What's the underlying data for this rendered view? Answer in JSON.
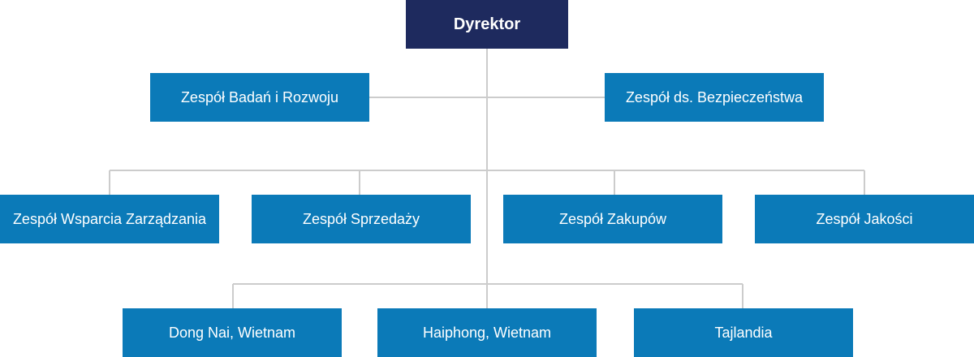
{
  "director": {
    "label": "Dyrektor"
  },
  "staff": [
    {
      "label": "Zespół Badań i Rozwoju"
    },
    {
      "label": "Zespół ds. Bezpieczeństwa"
    }
  ],
  "departments": [
    {
      "label": "Zespół Wsparcia Zarządzania"
    },
    {
      "label": "Zespół Sprzedaży"
    },
    {
      "label": "Zespół Zakupów"
    },
    {
      "label": "Zespół Jakości"
    }
  ],
  "locations": [
    {
      "label": "Dong Nai, Wietnam"
    },
    {
      "label": "Haiphong, Wietnam"
    },
    {
      "label": "Tajlandia"
    }
  ],
  "colors": {
    "director": "#1e2a5e",
    "unit": "#0b7ab8",
    "connector": "#cccccc",
    "text": "#ffffff"
  }
}
